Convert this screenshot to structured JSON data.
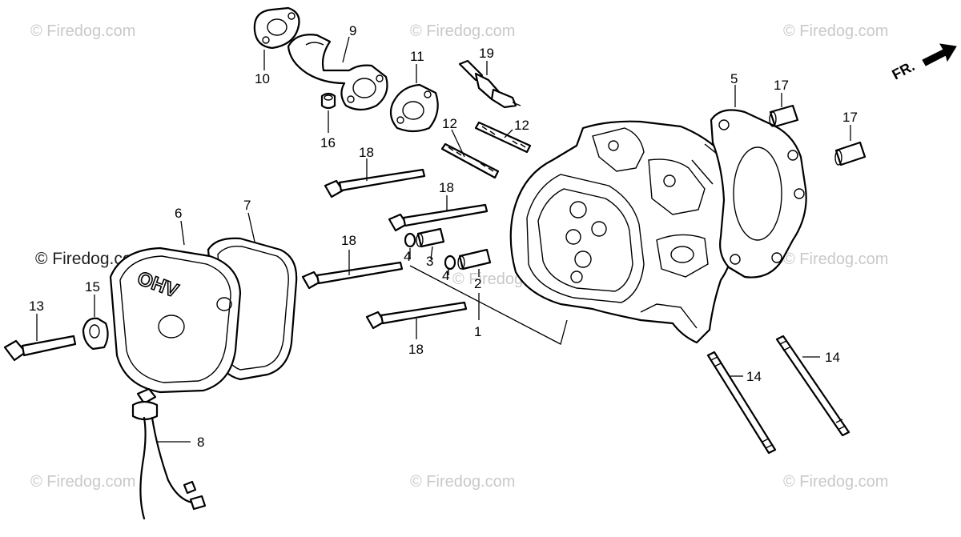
{
  "watermark": {
    "text": "© Firedog.com"
  },
  "direction_marker": {
    "label": "FR."
  },
  "callouts": [
    {
      "id": "c1",
      "label": "1"
    },
    {
      "id": "c2",
      "label": "2"
    },
    {
      "id": "c3",
      "label": "3"
    },
    {
      "id": "c4a",
      "label": "4"
    },
    {
      "id": "c4b",
      "label": "4"
    },
    {
      "id": "c5",
      "label": "5"
    },
    {
      "id": "c6",
      "label": "6"
    },
    {
      "id": "c7",
      "label": "7"
    },
    {
      "id": "c8",
      "label": "8"
    },
    {
      "id": "c9",
      "label": "9"
    },
    {
      "id": "c10",
      "label": "10"
    },
    {
      "id": "c11",
      "label": "11"
    },
    {
      "id": "c12a",
      "label": "12"
    },
    {
      "id": "c12b",
      "label": "12"
    },
    {
      "id": "c13",
      "label": "13"
    },
    {
      "id": "c14a",
      "label": "14"
    },
    {
      "id": "c14b",
      "label": "14"
    },
    {
      "id": "c15",
      "label": "15"
    },
    {
      "id": "c16",
      "label": "16"
    },
    {
      "id": "c17a",
      "label": "17"
    },
    {
      "id": "c17b",
      "label": "17"
    },
    {
      "id": "c18a",
      "label": "18"
    },
    {
      "id": "c18b",
      "label": "18"
    },
    {
      "id": "c18c",
      "label": "18"
    },
    {
      "id": "c18d",
      "label": "18"
    },
    {
      "id": "c19",
      "label": "19"
    }
  ],
  "cover_marking": "OHV"
}
